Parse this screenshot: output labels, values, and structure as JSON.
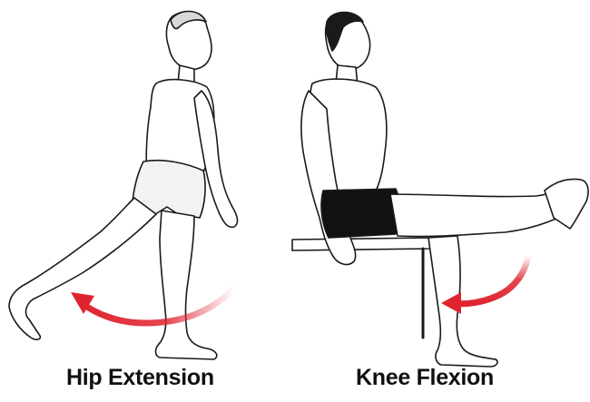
{
  "captions": {
    "left": "Hip Extension",
    "right": "Knee Flexion"
  },
  "figures": {
    "left": {
      "subject": "man-standing-leg-extended-back",
      "arrow_direction": "backward"
    },
    "right": {
      "subject": "man-seated-lower-leg-curled",
      "arrow_direction": "backward"
    }
  },
  "colors": {
    "arrow": "#e0242f",
    "line": "#1a1a1a",
    "shorts_dark": "#111111",
    "background": "#ffffff"
  }
}
